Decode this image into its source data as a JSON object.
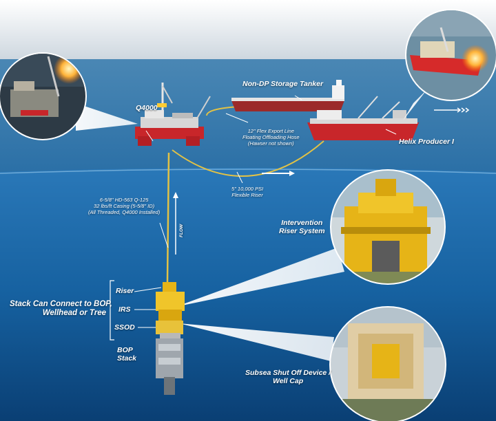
{
  "labels": {
    "q4000": "Q4000",
    "non_dp_tanker": "Non-DP Storage Tanker",
    "helix_producer": "Helix Producer I",
    "export_line": [
      "12\" Flex Export Line",
      "Floating Offloading Hose",
      "(Hawser not shown)"
    ],
    "flexible_riser": [
      "5\" 10,000 PSI",
      "Flexible Riser"
    ],
    "casing": [
      "6-5/8\" HD-563 Q-125",
      "32 lbs/ft Casing (5-5/8\" ID)",
      "(All Threaded, Q4000 Installed)"
    ],
    "flow": "FLOW",
    "intervention_riser": [
      "Intervention",
      "Riser System"
    ],
    "riser": "Riser",
    "irs": "IRS",
    "ssod": "SSOD",
    "bop_stack": [
      "BOP",
      "Stack"
    ],
    "stack_connect": [
      "Stack Can Connect to BOP,",
      "Wellhead or Tree"
    ],
    "subsea_shutoff": [
      "Subsea Shut Off Device /",
      "Well Cap"
    ]
  },
  "colors": {
    "sky": "#b9c6d2",
    "sea_surface": "#2f78ad",
    "deep_water": "#0d4f8c",
    "vessel_hull": "#c8262a",
    "equipment_yellow": "#e6b417",
    "riser_line": "#e2c245"
  }
}
